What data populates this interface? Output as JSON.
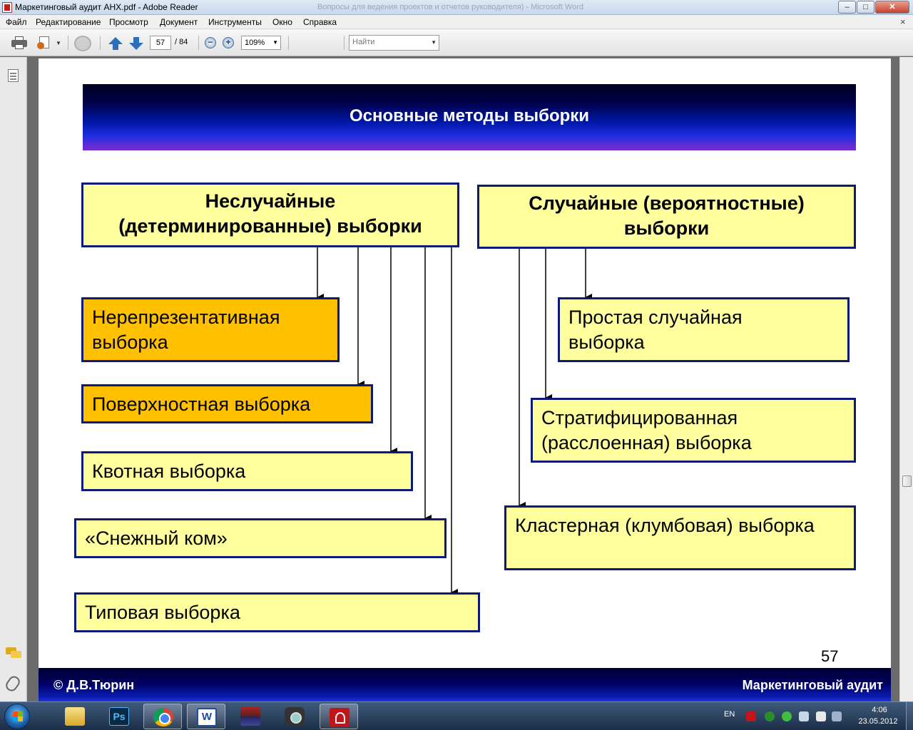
{
  "window": {
    "title": "Маркетинговый аудит АНХ.pdf - Adobe Reader",
    "background_title": "Вопросы для ведения проектов и отчетов руководителя) - Microsoft Word"
  },
  "menu": {
    "items": [
      "Файл",
      "Редактирование",
      "Просмотр",
      "Документ",
      "Инструменты",
      "Окно",
      "Справка"
    ],
    "close_glyph": "×"
  },
  "toolbar": {
    "current_page": "57",
    "total_pages": "/ 84",
    "zoom": "109%",
    "find_placeholder": "Найти"
  },
  "slide": {
    "title": "Основные методы выборки",
    "nonrandom_heading": [
      "Неслучайные",
      "(детерминированные) выборки"
    ],
    "random_heading": [
      "Случайные (вероятностные)",
      "выборки"
    ],
    "nonrandom_methods": [
      [
        "Нерепрезентативная",
        "выборка"
      ],
      [
        "Поверхностная выборка"
      ],
      [
        "Квотная выборка"
      ],
      [
        "«Снежный ком»"
      ],
      [
        "Типовая выборка"
      ]
    ],
    "random_methods": [
      [
        "Простая случайная",
        "выборка"
      ],
      [
        "Стратифицированная",
        "(расслоенная) выборка"
      ],
      [
        "Кластерная (клумбовая) выборка"
      ]
    ],
    "page_number": "57",
    "footer_left": "© Д.В.Тюрин",
    "footer_right": "Маркетинговый аудит"
  },
  "taskbar": {
    "apps": [
      "explorer-icon",
      "photoshop-icon",
      "chrome-icon",
      "word-icon",
      "winrar-icon",
      "camera-icon",
      "adobe-reader-icon"
    ],
    "ps_label": "Ps",
    "word_label": "W",
    "language": "EN",
    "time": "4:06",
    "date": "23.05.2012"
  },
  "colors": {
    "box_fill": "#ffff9e",
    "box_highlight": "#ffc000",
    "box_border": "#0c1a78",
    "header_gradient_bottom": "#7f2bd0"
  }
}
